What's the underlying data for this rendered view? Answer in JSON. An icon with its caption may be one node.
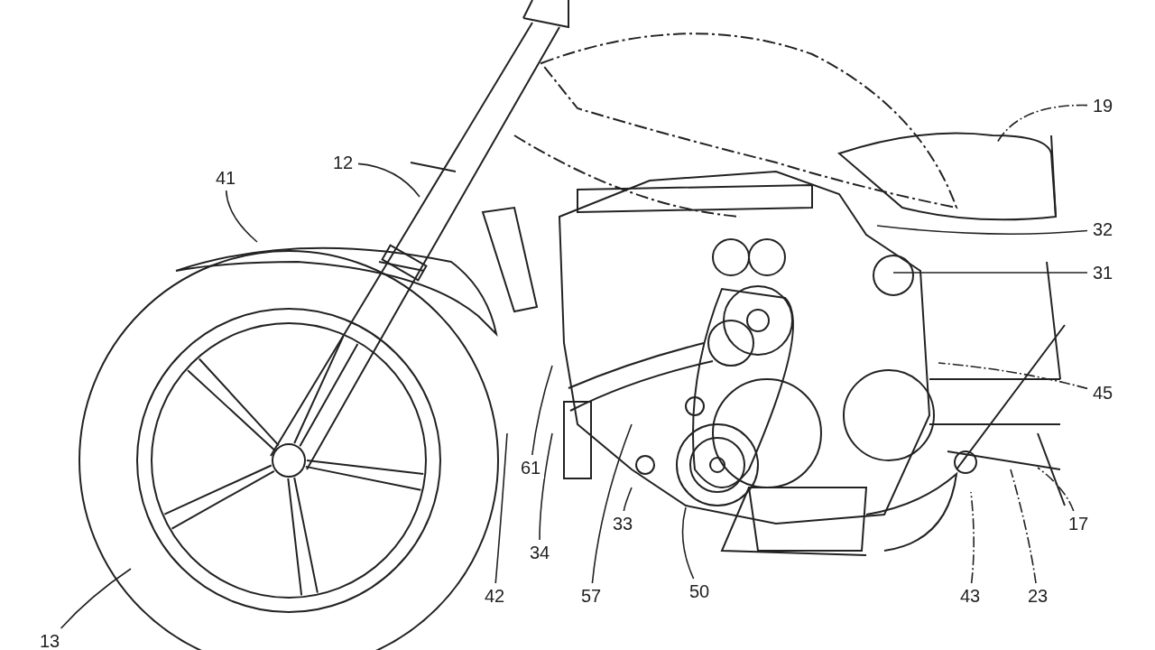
{
  "diagram": {
    "nodes": [
      {
        "text": [
          "41"
        ]
      },
      {
        "text": [
          "12"
        ]
      },
      {
        "text": [
          "19"
        ]
      },
      {
        "text": [
          "32"
        ]
      },
      {
        "text": [
          "31"
        ]
      },
      {
        "text": [
          "45"
        ]
      },
      {
        "text": [
          "61"
        ]
      },
      {
        "text": [
          "34"
        ]
      },
      {
        "text": [
          "33"
        ]
      },
      {
        "text": [
          "42"
        ]
      },
      {
        "text": [
          "57"
        ]
      },
      {
        "text": [
          "50"
        ]
      },
      {
        "text": [
          "17"
        ]
      },
      {
        "text": [
          "43"
        ]
      },
      {
        "text": [
          "23"
        ]
      },
      {
        "text": [
          "13"
        ]
      }
    ],
    "edges": [
      {
        "from": 0,
        "to": null,
        "arrow": "none"
      },
      {
        "from": 1,
        "to": null,
        "arrow": "none"
      },
      {
        "from": 2,
        "to": null,
        "arrow": "none",
        "style": "dashed"
      },
      {
        "from": 3,
        "to": null,
        "arrow": "none"
      },
      {
        "from": 4,
        "to": null,
        "arrow": "none"
      },
      {
        "from": 5,
        "to": null,
        "arrow": "none",
        "style": "dashed"
      },
      {
        "from": 6,
        "to": null,
        "arrow": "none"
      },
      {
        "from": 7,
        "to": null,
        "arrow": "none"
      },
      {
        "from": 8,
        "to": null,
        "arrow": "none"
      },
      {
        "from": 9,
        "to": null,
        "arrow": "none"
      },
      {
        "from": 10,
        "to": null,
        "arrow": "none"
      },
      {
        "from": 11,
        "to": null,
        "arrow": "none"
      },
      {
        "from": 12,
        "to": null,
        "arrow": "none",
        "style": "dashed"
      },
      {
        "from": 13,
        "to": null,
        "arrow": "none",
        "style": "dashed"
      },
      {
        "from": 14,
        "to": null,
        "arrow": "none",
        "style": "dashed"
      },
      {
        "from": 15,
        "to": null,
        "arrow": "none"
      }
    ]
  }
}
